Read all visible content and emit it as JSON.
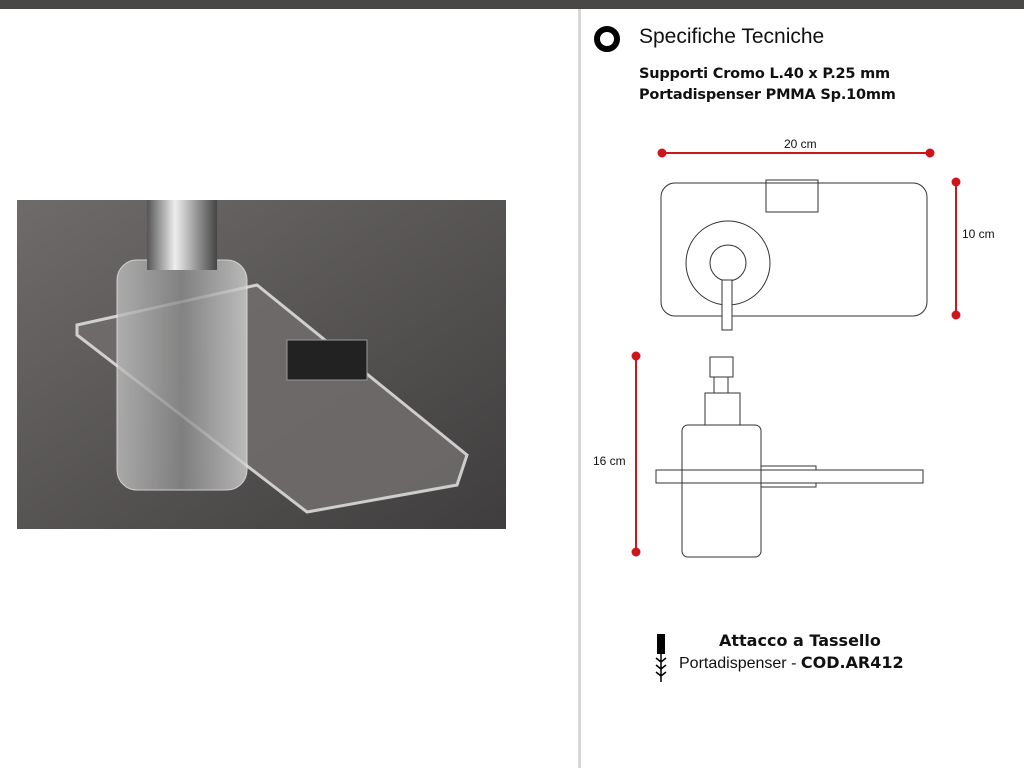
{
  "header": {
    "title": "Specifiche Tecniche"
  },
  "specs": [
    "Supporti Cromo L.40 x P.25 mm",
    "Portadispenser PMMA Sp.10mm"
  ],
  "dimensions": {
    "width": "20 cm",
    "depth": "10 cm",
    "height": "16 cm"
  },
  "footer": {
    "mount": "Attacco a Tassello",
    "product": "Portadispenser - ",
    "code": "COD.AR412"
  },
  "colors": {
    "dimension_line": "#d0141c",
    "topbar": "#4a4847"
  }
}
